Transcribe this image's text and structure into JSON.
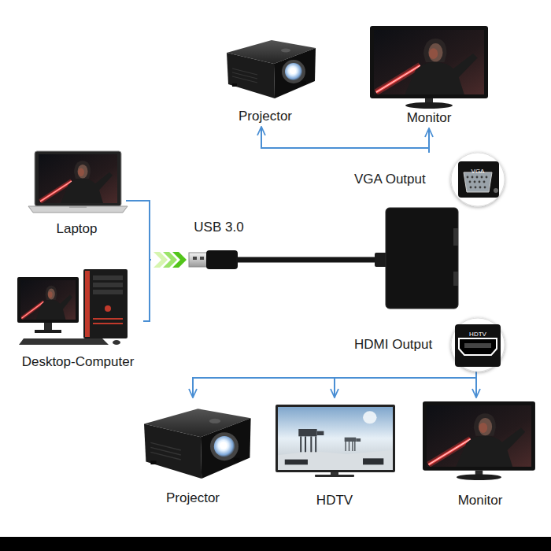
{
  "diagram": {
    "nodes": [
      {
        "text": [
          "Projector"
        ]
      },
      {
        "text": [
          "Monitor"
        ]
      },
      {
        "text": [
          "VGA Output"
        ]
      },
      {
        "text": [
          "Laptop"
        ]
      },
      {
        "text": [
          "USB 3.0"
        ]
      },
      {
        "text": [
          "Desktop-Computer"
        ]
      },
      {
        "text": [
          "HDMI Output"
        ]
      },
      {
        "text": [
          "Projector"
        ]
      },
      {
        "text": [
          "HDTV"
        ]
      },
      {
        "text": [
          "Monitor"
        ]
      }
    ],
    "edges": [
      {
        "from": 2,
        "to": 0,
        "arrow": "to"
      },
      {
        "from": 2,
        "to": 1,
        "arrow": "to"
      },
      {
        "from": 3,
        "to": 4,
        "arrow": "to"
      },
      {
        "from": 5,
        "to": 4,
        "arrow": "to"
      },
      {
        "from": 6,
        "to": 7,
        "arrow": "to"
      },
      {
        "from": 6,
        "to": 8,
        "arrow": "to"
      },
      {
        "from": 6,
        "to": 9,
        "arrow": "to"
      }
    ],
    "labels": [
      "VGA",
      "HDTV"
    ]
  }
}
